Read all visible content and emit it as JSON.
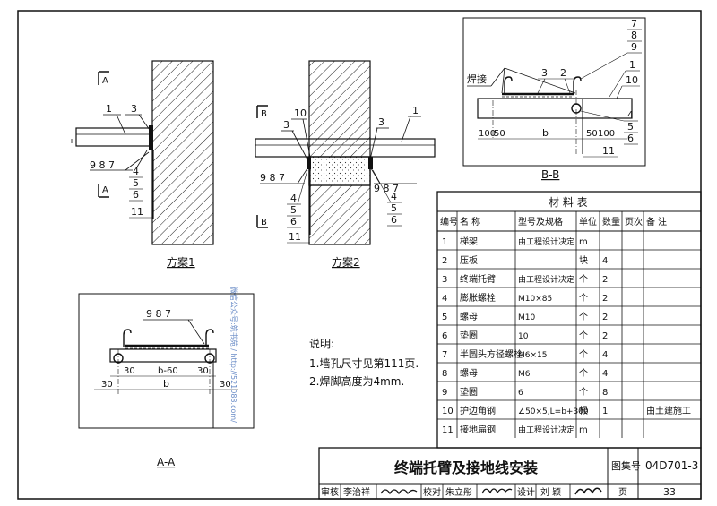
{
  "views": {
    "scheme1": {
      "caption": "方案1",
      "section_mark": "A",
      "callouts": {
        "c1": "1",
        "c3": "3",
        "c987": "9 8 7",
        "c4": "4",
        "c5": "5",
        "c6": "6",
        "c11": "11"
      }
    },
    "scheme2": {
      "caption": "方案2",
      "section_mark": "B",
      "callouts": {
        "c10": "10",
        "c3a": "3",
        "c3b": "3",
        "c1": "1",
        "c987a": "9 8 7",
        "c987b": "9 8 7",
        "c4a": "4",
        "c5a": "5",
        "c6a": "6",
        "c11": "11",
        "c4b": "4",
        "c5b": "5",
        "c6b": "6"
      }
    },
    "section_bb": {
      "caption": "B-B",
      "weld_label": "焊接",
      "callouts": {
        "c7": "7",
        "c8": "8",
        "c9": "9",
        "c1": "1",
        "c10": "10",
        "c3": "3",
        "c2": "2",
        "c4": "4",
        "c5": "5",
        "c6": "6",
        "c11": "11"
      },
      "dims": {
        "d1": "100",
        "d2": "50",
        "d3": "b",
        "d4": "50",
        "d5": "100"
      }
    },
    "section_aa": {
      "caption": "A-A",
      "callouts": {
        "c987": "9 8 7"
      },
      "dims": {
        "d30a": "30",
        "d_b60": "b-60",
        "d30b": "30",
        "d30c": "30",
        "d_b": "b",
        "d30d": "30"
      }
    }
  },
  "notes": {
    "title": "说明:",
    "items": [
      "1.墙孔尺寸见第111页.",
      "2.焊脚高度为4mm."
    ]
  },
  "materials": {
    "title": "材 料 表",
    "headers": [
      "编号",
      "名 称",
      "型号及规格",
      "单位",
      "数量",
      "页次",
      "备 注"
    ],
    "rows": [
      [
        "1",
        "梯架",
        "由工程设计决定",
        "m",
        "",
        "",
        ""
      ],
      [
        "2",
        "压板",
        "",
        "块",
        "4",
        "",
        ""
      ],
      [
        "3",
        "终端托臂",
        "由工程设计决定",
        "个",
        "2",
        "",
        ""
      ],
      [
        "4",
        "膨胀螺栓",
        "M10×85",
        "个",
        "2",
        "",
        ""
      ],
      [
        "5",
        "螺母",
        "M10",
        "个",
        "2",
        "",
        ""
      ],
      [
        "6",
        "垫圈",
        "10",
        "个",
        "2",
        "",
        ""
      ],
      [
        "7",
        "半圆头方径螺栓",
        "M6×15",
        "个",
        "4",
        "",
        ""
      ],
      [
        "8",
        "螺母",
        "M6",
        "个",
        "4",
        "",
        ""
      ],
      [
        "9",
        "垫圈",
        "6",
        "个",
        "8",
        "",
        ""
      ],
      [
        "10",
        "护边角钢",
        "∠50×5,L=b+300",
        "根",
        "1",
        "",
        "由土建施工"
      ],
      [
        "11",
        "接地扁钢",
        "由工程设计决定",
        "m",
        "",
        "",
        ""
      ]
    ]
  },
  "title_block": {
    "drawing_title": "终端托臂及接地线安装",
    "atlas_label": "图集号",
    "atlas_number": "04D701-3",
    "review_label": "审核",
    "reviewer": "李治祥",
    "check_label": "校对",
    "checker": "朱立彤",
    "design_label": "设计",
    "designer": "刘 颖",
    "page_label": "页",
    "page_number": "33"
  },
  "watermark": "微信公众号:筑书苑 / http://521088.com/"
}
